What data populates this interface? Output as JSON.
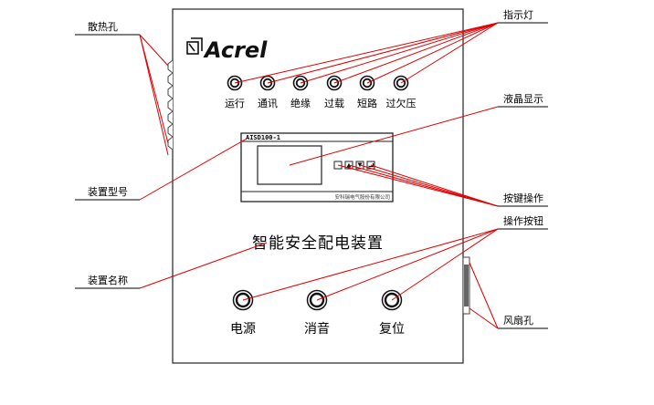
{
  "brand": {
    "name": "Acrel"
  },
  "indicators": [
    {
      "label": "运行"
    },
    {
      "label": "通讯"
    },
    {
      "label": "绝缘"
    },
    {
      "label": "过载"
    },
    {
      "label": "短路"
    },
    {
      "label": "过欠压"
    }
  ],
  "module": {
    "model": "AISD100-1",
    "company": "安科瑞电气股份有限公司"
  },
  "device_title": "智能安全配电装置",
  "buttons": [
    {
      "label": "电源"
    },
    {
      "label": "消音"
    },
    {
      "label": "复位"
    }
  ],
  "callouts": {
    "vents": "散热孔",
    "indicator_lights": "指示灯",
    "lcd_display": "液晶显示",
    "device_model": "装置型号",
    "key_operation": "按键操作",
    "operation_buttons": "操作按钮",
    "device_name": "装置名称",
    "fan_holes": "风扇孔"
  },
  "colors": {
    "leader_lines": "#e00000",
    "panel_border": "#333333",
    "callout_rule": "#000000"
  }
}
